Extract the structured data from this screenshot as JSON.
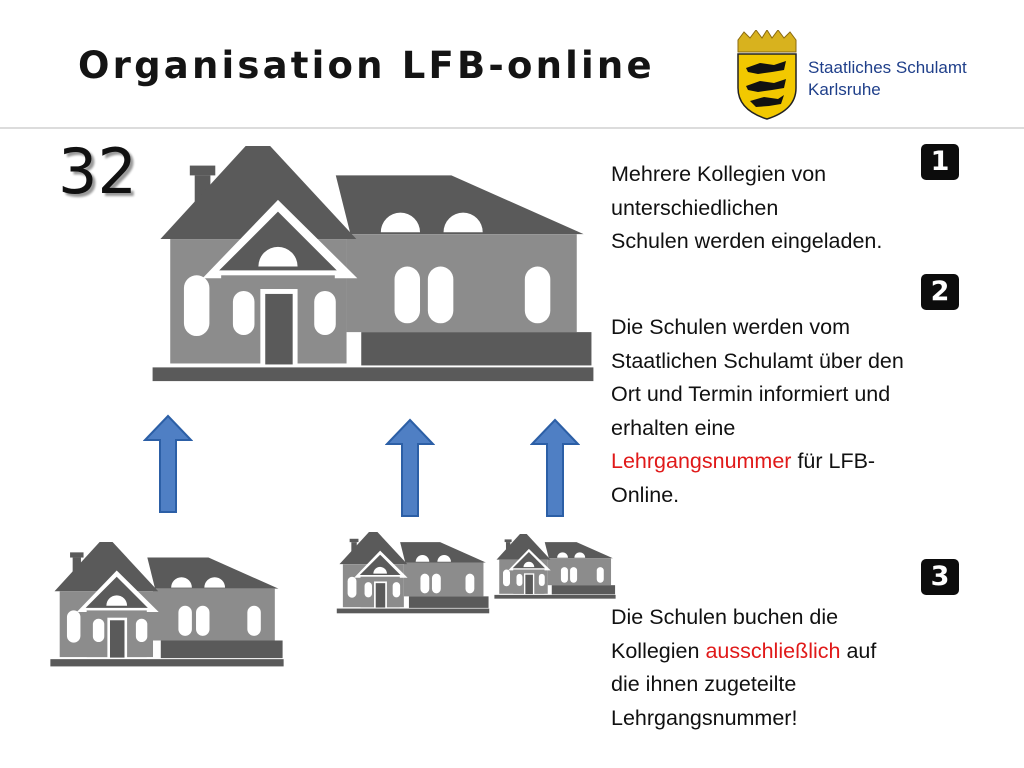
{
  "header": {
    "title": "Organisation LFB-online",
    "org_line1": "Staatliches Schulamt",
    "org_line2": "Karlsruhe"
  },
  "page_number": "32",
  "steps": [
    {
      "badge": "1",
      "lines": [
        "Mehrere Kollegien von",
        "unterschiedlichen",
        "Schulen werden eingeladen."
      ]
    },
    {
      "badge": "2",
      "line1": "Die Schulen werden vom",
      "line2": "Staatlichen Schulamt über den",
      "line3": "Ort und Termin informiert und",
      "line4": "erhalten eine",
      "line5_highlight": "Lehrgangsnummer",
      "line5_rest": " für LFB-",
      "line6": "Online."
    },
    {
      "badge": "3",
      "line1": "Die Schulen buchen die",
      "line2_prefix": "Kollegien ",
      "line2_highlight": "ausschließlich",
      "line2_suffix": " auf",
      "line3": "die ihnen zugeteilte",
      "line4": "Lehrgangsnummer!"
    }
  ],
  "colors": {
    "highlight": "#e01919",
    "org_text": "#1f3f8a",
    "arrow_fill": "#4f7fc4",
    "building_dark": "#5a5a5a",
    "building_light": "#8c8c8c"
  },
  "icons": {
    "logo": "baden-wuerttemberg-coat-of-arms",
    "building": "school-building-icon",
    "arrow": "up-arrow-icon"
  }
}
